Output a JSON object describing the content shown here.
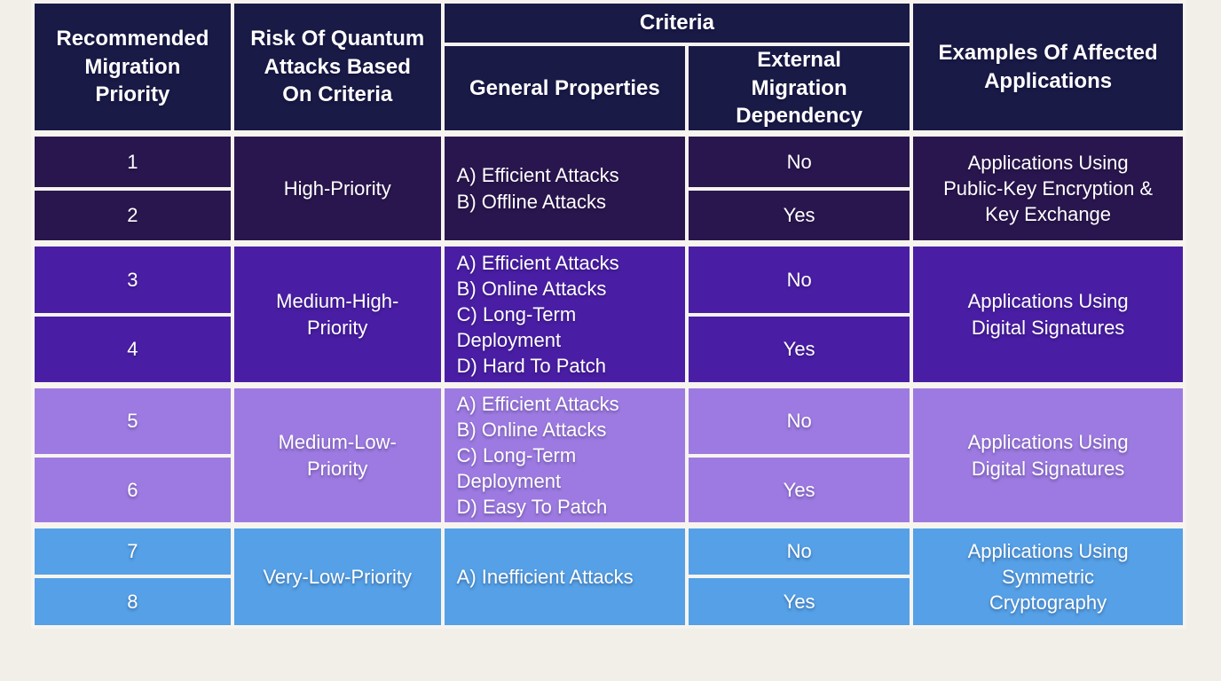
{
  "colors": {
    "page_bg": "#f2eee8",
    "border": "#f7f4ef",
    "header_bg": "#1a1a47",
    "high_priority_bg": "#2a164e",
    "medium_high_priority_bg": "#4a1ea4",
    "medium_low_priority_bg": "#9d7ae1",
    "very_low_priority_bg": "#55a0e6",
    "text": "#ffffff"
  },
  "table": {
    "headers": {
      "recommended_migration_priority": [
        "Recommended",
        "Migration",
        "Priority"
      ],
      "risk_of_quantum_attacks": [
        "Risk Of Quantum",
        "Attacks Based",
        "On Criteria"
      ],
      "criteria": "Criteria",
      "general_properties": "General Properties",
      "external_migration_dependency": [
        "External",
        "Migration",
        "Dependency"
      ],
      "examples_of_affected_applications": [
        "Examples Of Affected",
        "Applications"
      ]
    },
    "groups": [
      {
        "priorities": [
          "1",
          "2"
        ],
        "risk": [
          "High-Priority"
        ],
        "general_properties": [
          "A) Efficient Attacks",
          "B) Offline Attacks"
        ],
        "dependency": [
          "No",
          "Yes"
        ],
        "examples": [
          "Applications Using",
          "Public-Key Encryption &",
          "Key Exchange"
        ]
      },
      {
        "priorities": [
          "3",
          "4"
        ],
        "risk": [
          "Medium-High-",
          "Priority"
        ],
        "general_properties": [
          "A) Efficient Attacks",
          "B) Online Attacks",
          "C) Long-Term",
          "Deployment",
          "D) Hard To Patch"
        ],
        "dependency": [
          "No",
          "Yes"
        ],
        "examples": [
          "Applications Using",
          "Digital Signatures"
        ]
      },
      {
        "priorities": [
          "5",
          "6"
        ],
        "risk": [
          "Medium-Low-",
          "Priority"
        ],
        "general_properties": [
          "A) Efficient Attacks",
          "B) Online Attacks",
          "C) Long-Term",
          "Deployment",
          "D) Easy To Patch"
        ],
        "dependency": [
          "No",
          "Yes"
        ],
        "examples": [
          "Applications Using",
          "Digital Signatures"
        ]
      },
      {
        "priorities": [
          "7",
          "8"
        ],
        "risk": [
          "Very-Low-Priority"
        ],
        "general_properties": [
          "A) Inefficient Attacks"
        ],
        "dependency": [
          "No",
          "Yes"
        ],
        "examples": [
          "Applications Using",
          "Symmetric",
          "Cryptography"
        ]
      }
    ]
  },
  "chart_data": {
    "type": "table",
    "title": "Recommended Migration Priority For Quantum Attack Risk",
    "columns": [
      "Recommended Migration Priority",
      "Risk Of Quantum Attacks Based On Criteria",
      "Criteria - General Properties",
      "Criteria - External Migration Dependency",
      "Examples Of Affected Applications"
    ],
    "rows": [
      [
        "1",
        "High-Priority",
        "A) Efficient Attacks; B) Offline Attacks",
        "No",
        "Applications Using Public-Key Encryption & Key Exchange"
      ],
      [
        "2",
        "High-Priority",
        "A) Efficient Attacks; B) Offline Attacks",
        "Yes",
        "Applications Using Public-Key Encryption & Key Exchange"
      ],
      [
        "3",
        "Medium-High-Priority",
        "A) Efficient Attacks; B) Online Attacks; C) Long-Term Deployment; D) Hard To Patch",
        "No",
        "Applications Using Digital Signatures"
      ],
      [
        "4",
        "Medium-High-Priority",
        "A) Efficient Attacks; B) Online Attacks; C) Long-Term Deployment; D) Hard To Patch",
        "Yes",
        "Applications Using Digital Signatures"
      ],
      [
        "5",
        "Medium-Low-Priority",
        "A) Efficient Attacks; B) Online Attacks; C) Long-Term Deployment; D) Easy To Patch",
        "No",
        "Applications Using Digital Signatures"
      ],
      [
        "6",
        "Medium-Low-Priority",
        "A) Efficient Attacks; B) Online Attacks; C) Long-Term Deployment; D) Easy To Patch",
        "Yes",
        "Applications Using Digital Signatures"
      ],
      [
        "7",
        "Very-Low-Priority",
        "A) Inefficient Attacks",
        "No",
        "Applications Using Symmetric Cryptography"
      ],
      [
        "8",
        "Very-Low-Priority",
        "A) Inefficient Attacks",
        "Yes",
        "Applications Using Symmetric Cryptography"
      ]
    ]
  }
}
